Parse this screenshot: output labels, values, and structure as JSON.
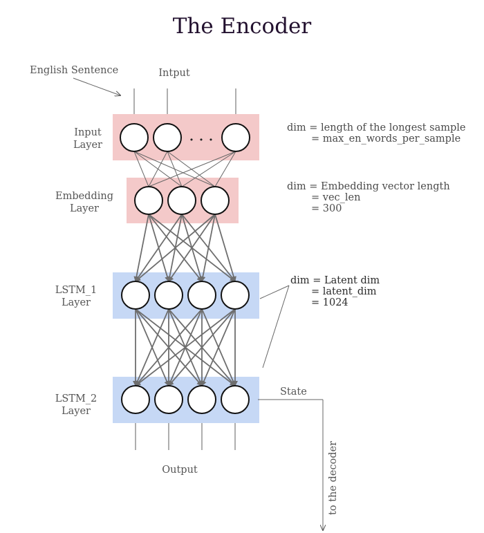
{
  "title": "The Encoder",
  "input_note": "English Sentence",
  "input_label": "Intput",
  "output_label": "Output",
  "state_label": "State",
  "decoder_label": "to the decoder",
  "ellipsis": "• • •",
  "layers": [
    {
      "name_line1": "Input",
      "name_line2": "Layer",
      "color": "#f4c9c9"
    },
    {
      "name_line1": "Embedding",
      "name_line2": "Layer",
      "color": "#f4c9c9"
    },
    {
      "name_line1": "LSTM_1",
      "name_line2": "Layer",
      "color": "#c6d8f5"
    },
    {
      "name_line1": "LSTM_2",
      "name_line2": "Layer",
      "color": "#c6d8f5"
    }
  ],
  "annotations": {
    "input": [
      "dim = length of the longest sample",
      "= max_en_words_per_sample"
    ],
    "embedding": [
      "dim = Embedding vector length",
      "= vec_len",
      "= 300"
    ],
    "lstm": [
      "dim = Latent dim",
      "= latent_dim",
      "= 1024"
    ]
  },
  "colors": {
    "input_band": "#f4c9c9",
    "lstm_band": "#c6d8f5",
    "title": "#22102e"
  }
}
